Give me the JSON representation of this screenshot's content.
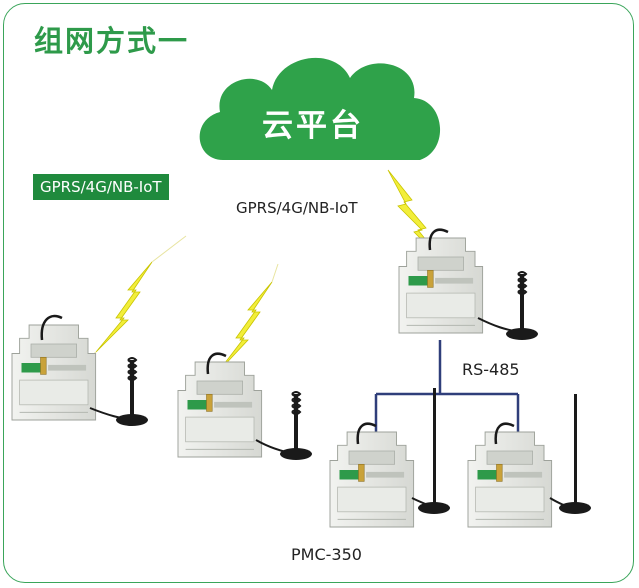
{
  "title": "组网方式一",
  "cloud": {
    "label": "云平台",
    "color": "#2fa24a"
  },
  "badge": {
    "label": "GPRS/4G/NB-IoT",
    "color": "#1f8a3d"
  },
  "wireless_label": "GPRS/4G/NB-IoT",
  "bus_label": "RS-485",
  "device_model": "PMC-350",
  "colors": {
    "frame": "#3aa55a",
    "lightning": "#f2ee3a",
    "bus": "#2f3e7a",
    "device": "#e6e8e4"
  },
  "icons": [
    "lightning-bolt-icon",
    "antenna-icon",
    "meter-device-icon",
    "cloud-icon"
  ]
}
